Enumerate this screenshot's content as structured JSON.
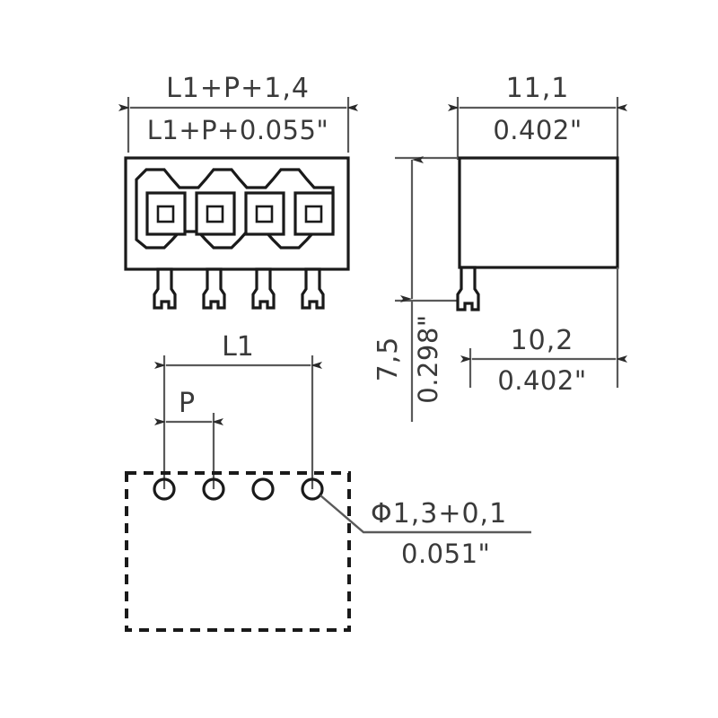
{
  "drawing": {
    "title": "Connector technical drawing",
    "line_color": "#1a1a1a",
    "dim_color": "#5a5a5a",
    "text_color": "#3a3a3a",
    "background": "#ffffff"
  },
  "dimensions": {
    "front_width_metric": "L1+P+1,4",
    "front_width_imperial": "L1+P+0.055\"",
    "side_width_metric": "11,1",
    "side_width_imperial": "0.402\"",
    "height_metric": "7,5",
    "height_imperial": "0.298\"",
    "footprint_width_metric": "10,2",
    "footprint_width_imperial": "0.402\"",
    "length_label": "L1",
    "pitch_label": "P",
    "hole_diameter_metric": "Φ1,3+0,1",
    "hole_diameter_imperial": "0.051\""
  },
  "views": {
    "front": {
      "name": "front-view",
      "pole_count": 4
    },
    "side": {
      "name": "side-view"
    },
    "footprint": {
      "name": "pcb-footprint-view",
      "hole_count": 4
    }
  }
}
